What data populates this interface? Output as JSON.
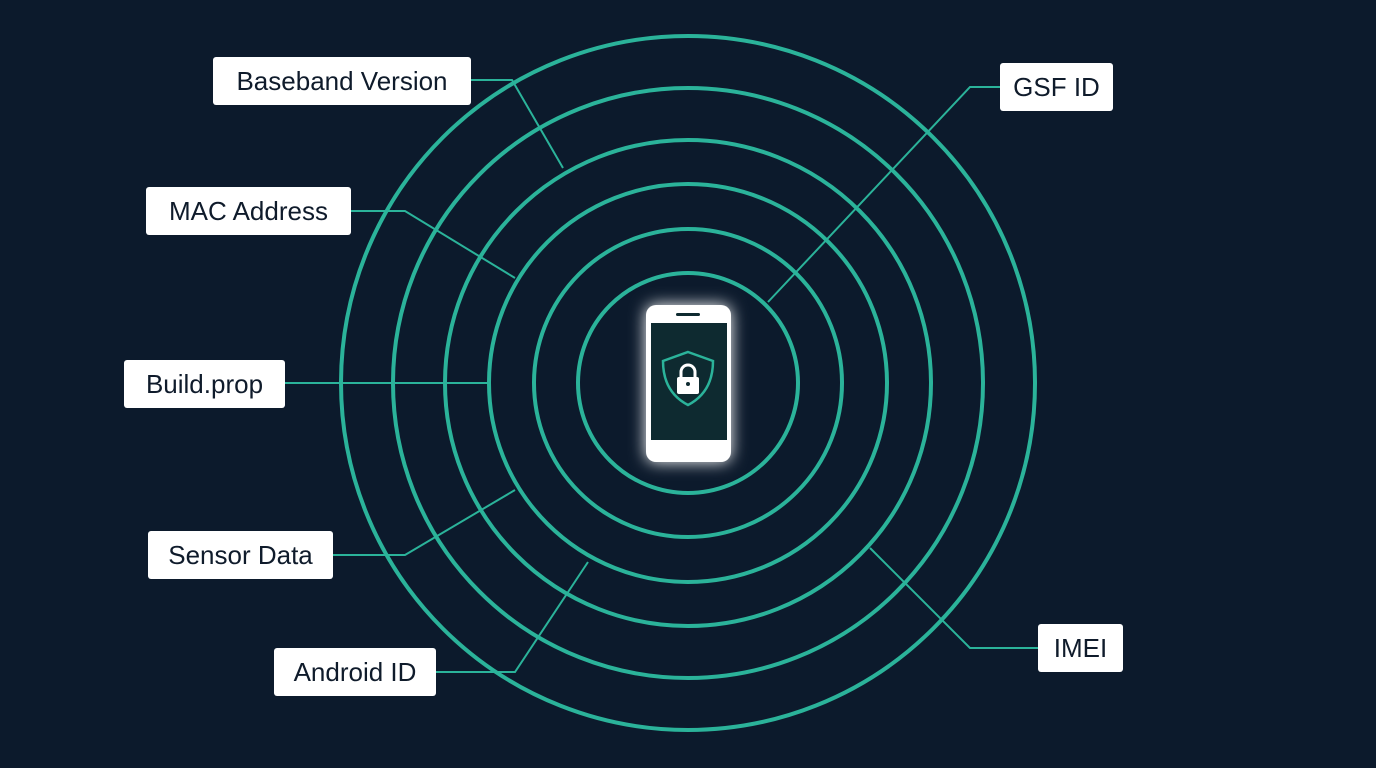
{
  "colors": {
    "background": "#0c1a2c",
    "ring": "#2bb39a",
    "label_bg": "#ffffff",
    "label_text": "#0f1b2b"
  },
  "center_icon": {
    "device": "smartphone-icon",
    "badge": "shield-lock-icon"
  },
  "labels": {
    "baseband": "Baseband Version",
    "mac": "MAC Address",
    "buildprop": "Build.prop",
    "sensor": "Sensor Data",
    "androidid": "Android ID",
    "gsf": "GSF ID",
    "imei": "IMEI"
  }
}
